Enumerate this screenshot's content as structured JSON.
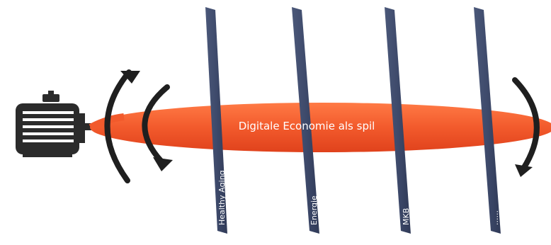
{
  "axle": {
    "label": "Digitale Economie als spil",
    "color": "#f25a2c"
  },
  "pillar_color": "#3e4a6b",
  "pillars": [
    {
      "label": "Healthy Aging"
    },
    {
      "label": "Energie"
    },
    {
      "label": "MKB"
    },
    {
      "label": "......"
    }
  ],
  "motor": {
    "icon": "electric-motor-icon",
    "color": "#2b2b2b"
  },
  "rotation_arrow_icon": "curved-rotation-arrow-icon"
}
